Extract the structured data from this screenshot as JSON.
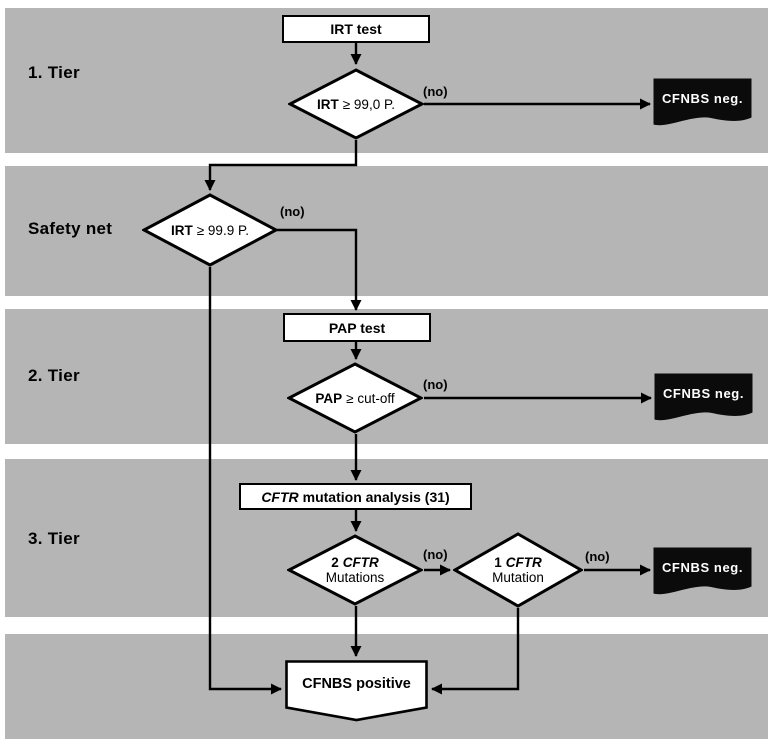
{
  "diagram": {
    "band_labels": {
      "tier1": "1. Tier",
      "safety": "Safety net",
      "tier2": "2. Tier",
      "tier3": "3. Tier"
    },
    "no_label": "(no)",
    "nodes": {
      "irt_test": "IRT test",
      "irt_decision": {
        "bold": "IRT",
        "rest": "≥ 99,0 P."
      },
      "safety_decision": {
        "bold": "IRT",
        "rest": "≥ 99.9 P."
      },
      "pap_test": "PAP test",
      "pap_decision": {
        "bold": "PAP",
        "rest": "≥ cut-off"
      },
      "cftr_analysis": {
        "gene": "CFTR",
        "rest": "mutation analysis (31)"
      },
      "two_cftr": {
        "count": "2",
        "gene": "CFTR",
        "line2": "Mutations"
      },
      "one_cftr": {
        "count": "1",
        "gene": "CFTR",
        "line2": "Mutation"
      },
      "cfnbs_neg": "CFNBS neg.",
      "cfnbs_positive": "CFNBS positive"
    },
    "colors": {
      "band": "#b5b5b5",
      "flag_bg": "#0b0b0b",
      "line": "#000000",
      "node_fill": "#ffffff"
    }
  }
}
